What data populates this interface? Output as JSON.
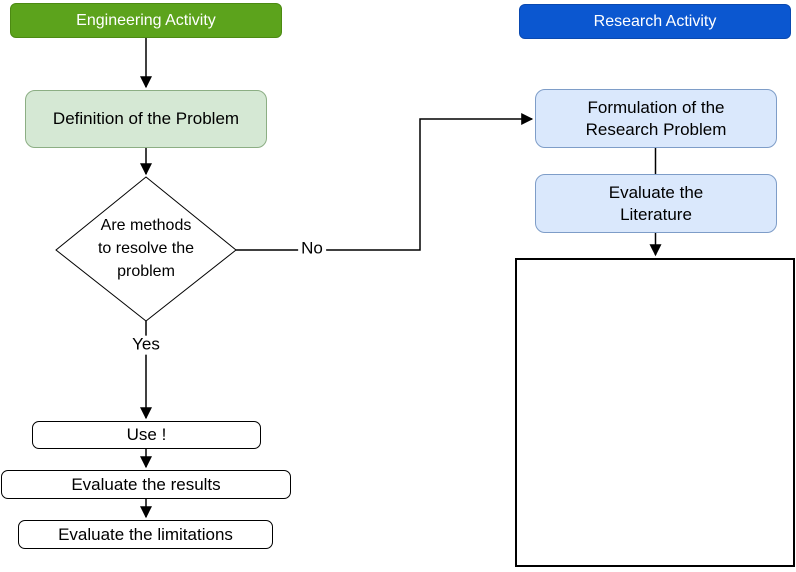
{
  "palette": {
    "green_header_bg": "#5ca31c",
    "green_header_border": "#4c8a12",
    "blue_header_bg": "#0b57d0",
    "blue_header_border": "#0a49b0",
    "light_green_bg": "#d5e8d4",
    "light_green_border": "#8cae84",
    "light_blue_bg": "#dae8fc",
    "light_blue_border": "#7e9dc8",
    "line_color": "#000000"
  },
  "engineering": {
    "header": "Engineering Activity",
    "definition": "Definition of the Problem",
    "decision": "Are methods\nto resolve the\nproblem",
    "yes_label": "Yes",
    "no_label": "No",
    "use": "Use !",
    "evaluate_results": "Evaluate the results",
    "evaluate_limitations": "Evaluate the limitations"
  },
  "research": {
    "header": "Research Activity",
    "formulation": "Formulation of the\nResearch Problem",
    "literature": "Evaluate the\nLiterature"
  }
}
